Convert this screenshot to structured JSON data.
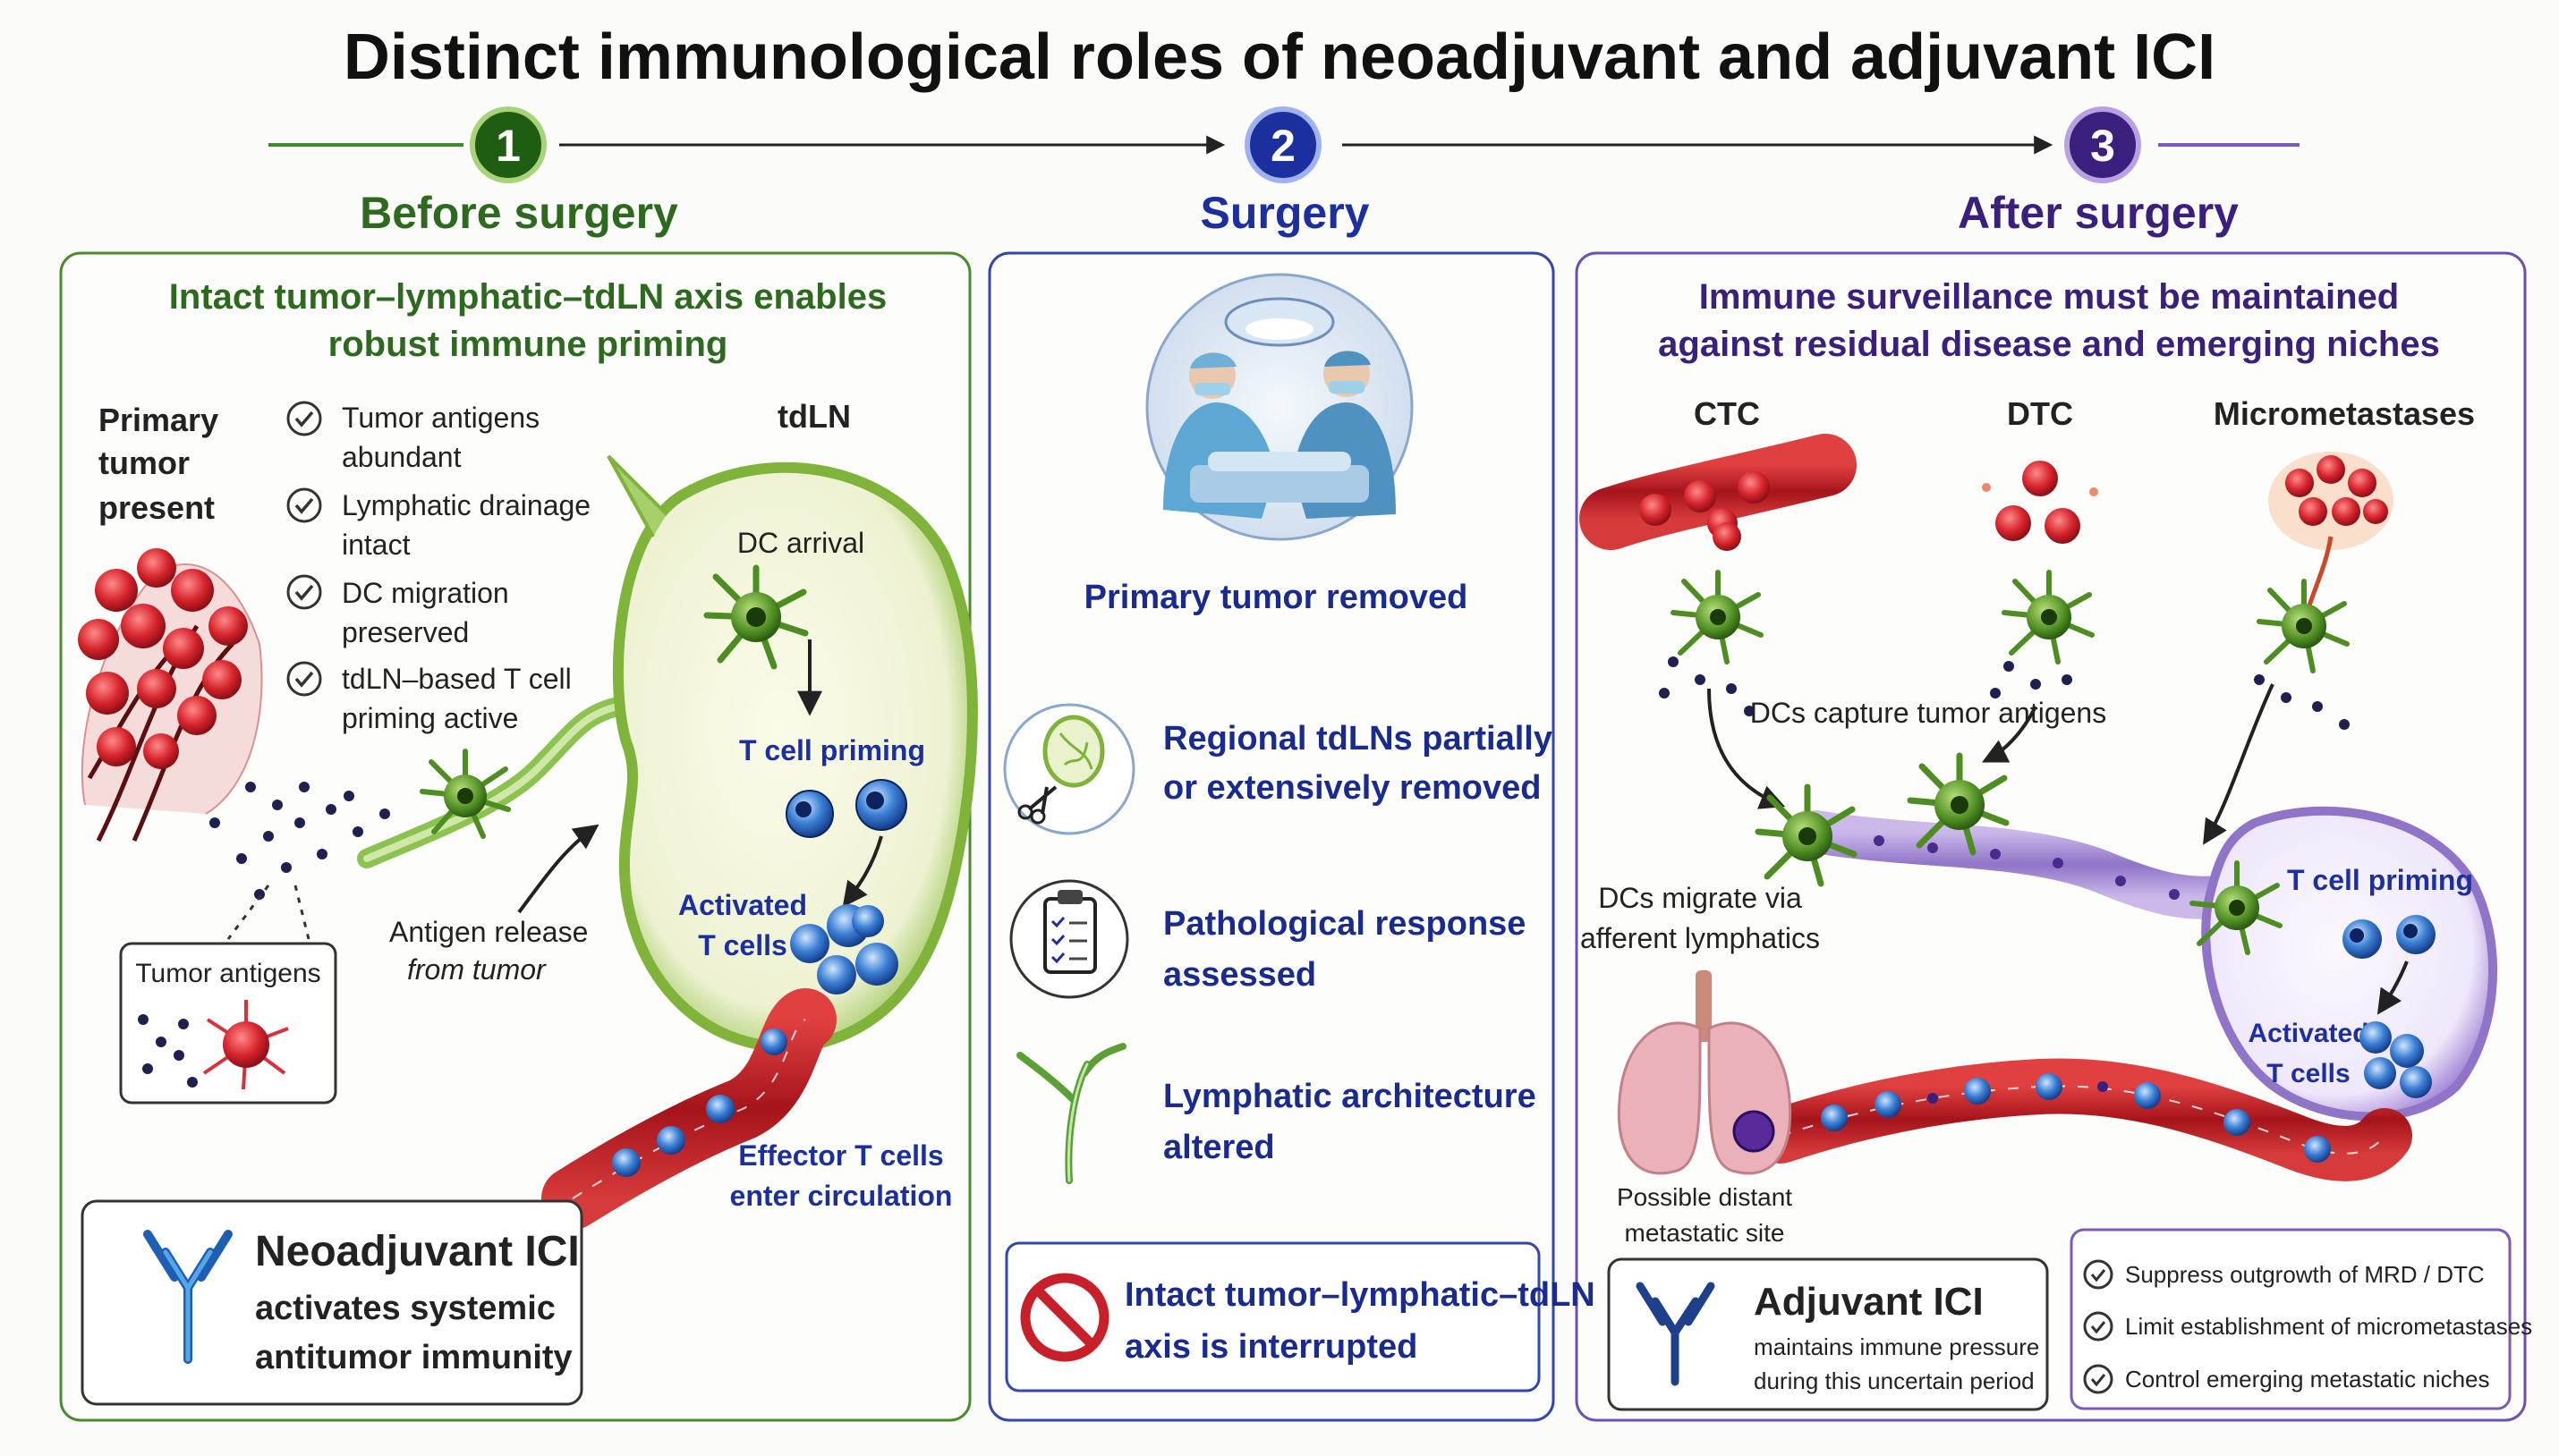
{
  "title": "Distinct immunological roles of neoadjuvant and adjuvant ICI",
  "colors": {
    "green": "#2d6a1f",
    "green_light": "#7fb33a",
    "blue": "#1c2f9e",
    "purple": "#3a1f7d",
    "red": "#c8202a",
    "dark_blue_text": "#1a2b8f"
  },
  "steps": [
    {
      "number": "1",
      "label": "Before surgery"
    },
    {
      "number": "2",
      "label": "Surgery"
    },
    {
      "number": "3",
      "label": "After surgery"
    }
  ],
  "panel1": {
    "heading_line1": "Intact tumor–lymphatic–tdLN axis enables",
    "heading_line2": "robust immune priming",
    "primary_tumor": [
      "Primary",
      "tumor",
      "present"
    ],
    "checks": [
      [
        "Tumor antigens",
        "abundant"
      ],
      [
        "Lymphatic drainage",
        "intact"
      ],
      [
        "DC migration",
        "preserved"
      ],
      [
        "tdLN–based T cell",
        "priming active"
      ]
    ],
    "tdln_label": "tdLN",
    "dc_arrival": "DC arrival",
    "t_cell_priming": "T cell priming",
    "activated_t_cells": [
      "Activated",
      "T cells"
    ],
    "antigen_release": "Antigen release",
    "from_tumor": "from tumor",
    "tumor_antigens_box": "Tumor antigens",
    "effector": [
      "Effector T cells",
      "enter circulation"
    ],
    "ici_title": "Neoadjuvant ICI",
    "ici_desc": [
      "activates systemic",
      "antitumor immunity"
    ]
  },
  "panel2": {
    "primary_removed": "Primary tumor removed",
    "items": [
      {
        "icon": "lymph-node-scissors-icon",
        "lines": [
          "Regional tdLNs partially",
          "or extensively removed"
        ]
      },
      {
        "icon": "clipboard-icon",
        "lines": [
          "Pathological response",
          "assessed"
        ]
      },
      {
        "icon": "lymphatic-vessel-icon",
        "lines": [
          "Lymphatic architecture",
          "altered"
        ]
      }
    ],
    "interrupted": [
      "Intact tumor–lymphatic–tdLN",
      "axis is interrupted"
    ]
  },
  "panel3": {
    "heading_line1": "Immune surveillance must be maintained",
    "heading_line2": "against residual disease and emerging niches",
    "ctc": "CTC",
    "dtc": "DTC",
    "micromets": "Micrometastases",
    "dcs_capture": "DCs capture tumor antigens",
    "dcs_migrate": [
      "DCs migrate via",
      "afferent lymphatics"
    ],
    "t_cell_priming": "T cell priming",
    "activated_t_cells": [
      "Activated",
      "T cells"
    ],
    "distant_site": [
      "Possible distant",
      "metastatic site"
    ],
    "ici_title": "Adjuvant ICI",
    "ici_desc": [
      "maintains immune pressure",
      "during this uncertain period"
    ],
    "checks": [
      "Suppress outgrowth of MRD / DTC",
      "Limit establishment of micrometastases",
      "Control emerging metastatic niches"
    ]
  }
}
